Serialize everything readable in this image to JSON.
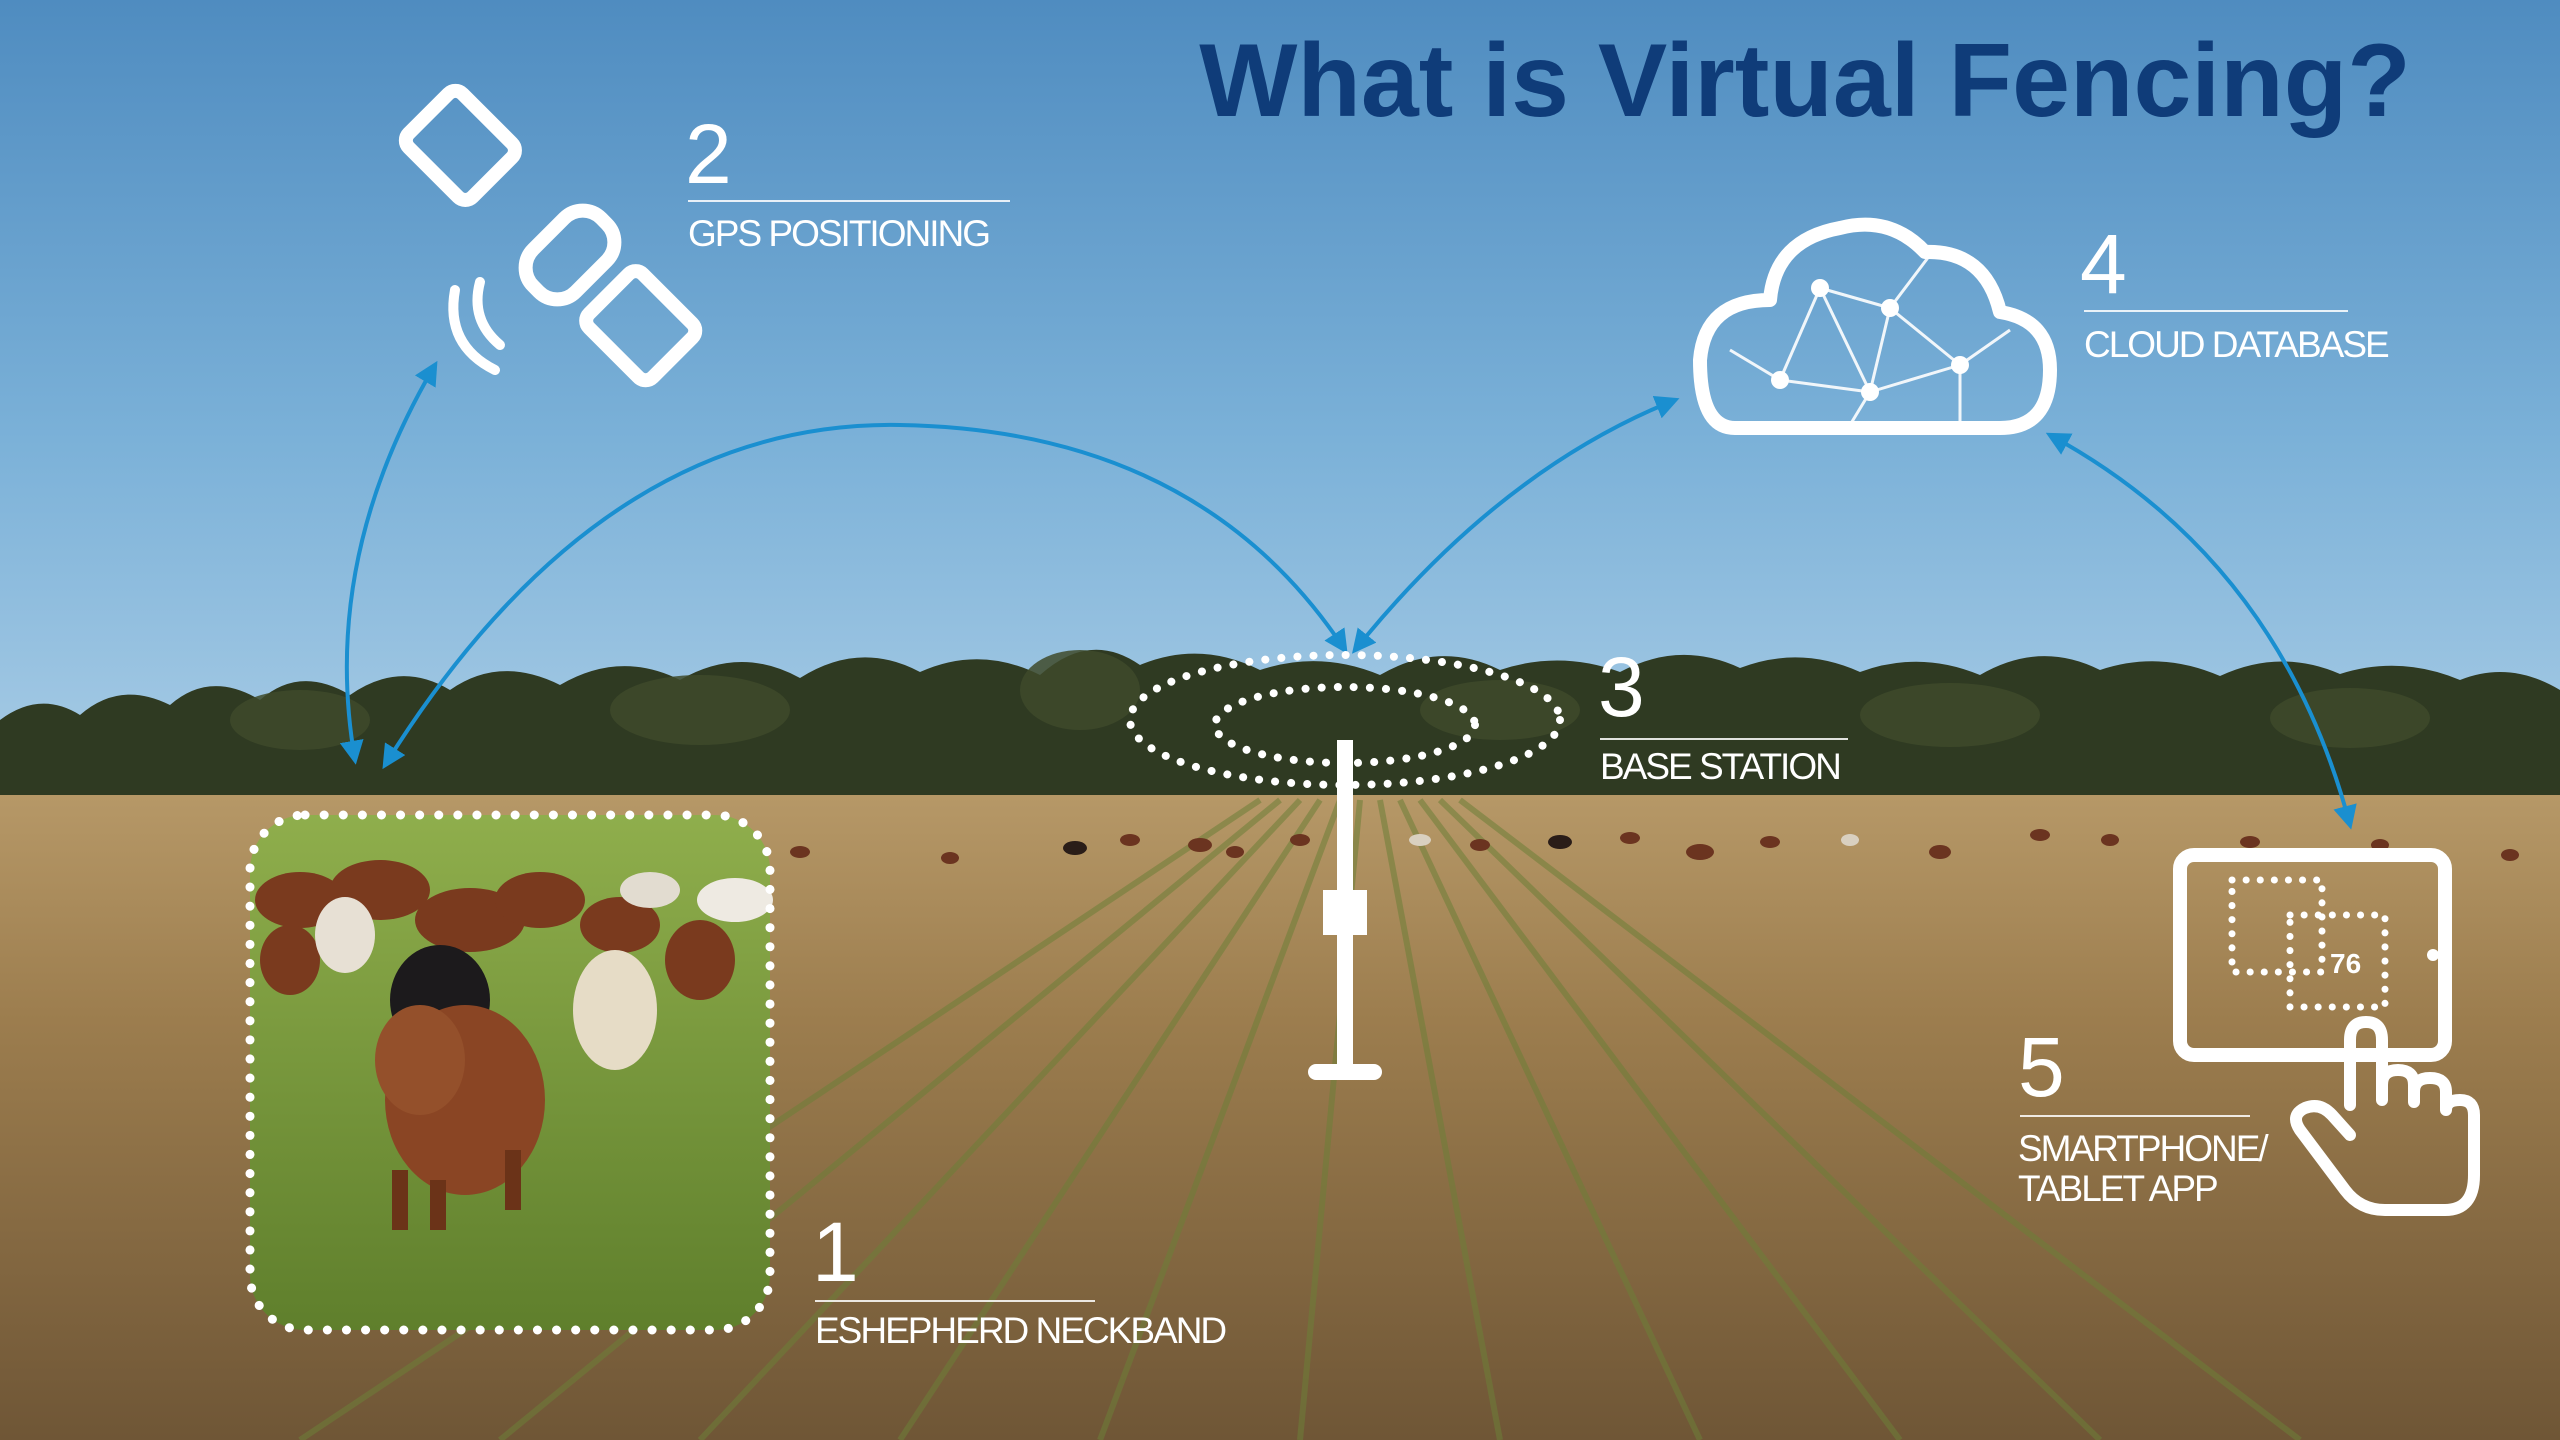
{
  "title": "What is Virtual Fencing?",
  "components": [
    {
      "number": "1",
      "label": "ESHEPHERD NECKBAND"
    },
    {
      "number": "2",
      "label": "GPS POSITIONING"
    },
    {
      "number": "3",
      "label": "BASE STATION"
    },
    {
      "number": "4",
      "label": "CLOUD DATABASE"
    },
    {
      "number": "5",
      "label_line1": "SMARTPHONE/",
      "label_line2": "TABLET APP"
    }
  ],
  "tablet_screen_value": "76",
  "icons": [
    "satellite-icon",
    "cloud-network-icon",
    "base-station-icon",
    "tablet-icon",
    "pointing-hand-icon"
  ],
  "colors": {
    "title": "#0f3c79",
    "connector_arrows": "#1a8fd0",
    "sky": "#5f9ccb",
    "field": "#9a7a48"
  }
}
